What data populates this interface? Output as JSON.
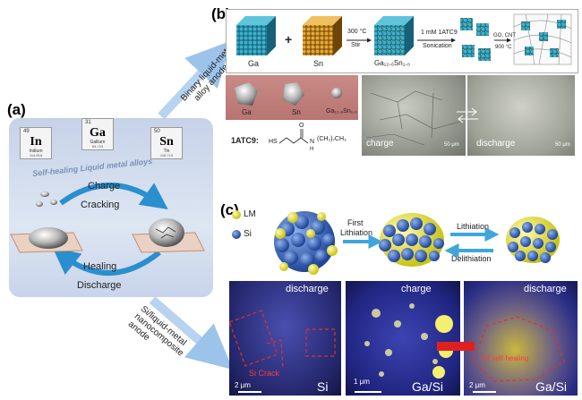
{
  "panels": {
    "a": "(a)",
    "b": "(b)",
    "c": "(c)"
  },
  "side_labels": {
    "binary": [
      "Binary liquid-metal",
      "alloy anode"
    ],
    "composite": [
      "Si/liquid-metal",
      "nanocomposite",
      "anode"
    ]
  },
  "panel_a": {
    "elements": [
      {
        "num": "49",
        "symbol": "In",
        "name": "Indium",
        "mass": "114.818"
      },
      {
        "num": "31",
        "symbol": "Ga",
        "name": "Gallium",
        "mass": "69.723"
      },
      {
        "num": "50",
        "symbol": "Sn",
        "name": "Tin",
        "mass": "118.710"
      }
    ],
    "arc_title": "Self-healing Liquid metal alloys",
    "charge": "Charge",
    "cracking": "Cracking",
    "healing": "Healing",
    "discharge": "Discharge"
  },
  "panel_b": {
    "ga": "Ga",
    "sn": "Sn",
    "plus": "+",
    "step1_top": "300 °C",
    "step1_bot": "Stir",
    "product": "Ga₁₂.₆Sn₁.₀",
    "step2_top": "1 mM 1ATC9",
    "step2_bot": "Sonication",
    "step3_top": "GO, CNT",
    "step3_bot": "900 °C",
    "photo_labels": [
      "Ga",
      "Sn",
      "Ga₁₂.₆Sn₁.₀"
    ],
    "ligand_label": "1ATC9:",
    "ligand_hs": "HS",
    "ligand_o": "O",
    "ligand_n": "N",
    "ligand_h": "H",
    "ligand_tail": "(CH₂)₇CH₃",
    "sem_charge": "charge",
    "sem_discharge": "discharge",
    "scale": "50 μm"
  },
  "panel_c": {
    "legend_lm": "LM",
    "legend_si": "Si",
    "first_lithiation": [
      "First",
      "Lithiation"
    ],
    "lithiation": "Lithiation",
    "delithiation": "Delithiation",
    "img1_label": "discharge",
    "img1_crack": "Si Crack",
    "img1_scale": "2 μm",
    "img1_material": "Si",
    "img2_label": "charge",
    "img2_scale": "1 μm",
    "img2_material": "Ga/Si",
    "img3_label": "discharge",
    "img3_heal": "LM self-healing",
    "img3_scale": "2 μm",
    "img3_material": "Ga/Si"
  },
  "colors": {
    "lm_yellow": "#e8e23a",
    "si_blue": "#2e5bb8",
    "arrow_blue": "#3ea6dc",
    "highlight_red": "#e02020"
  }
}
